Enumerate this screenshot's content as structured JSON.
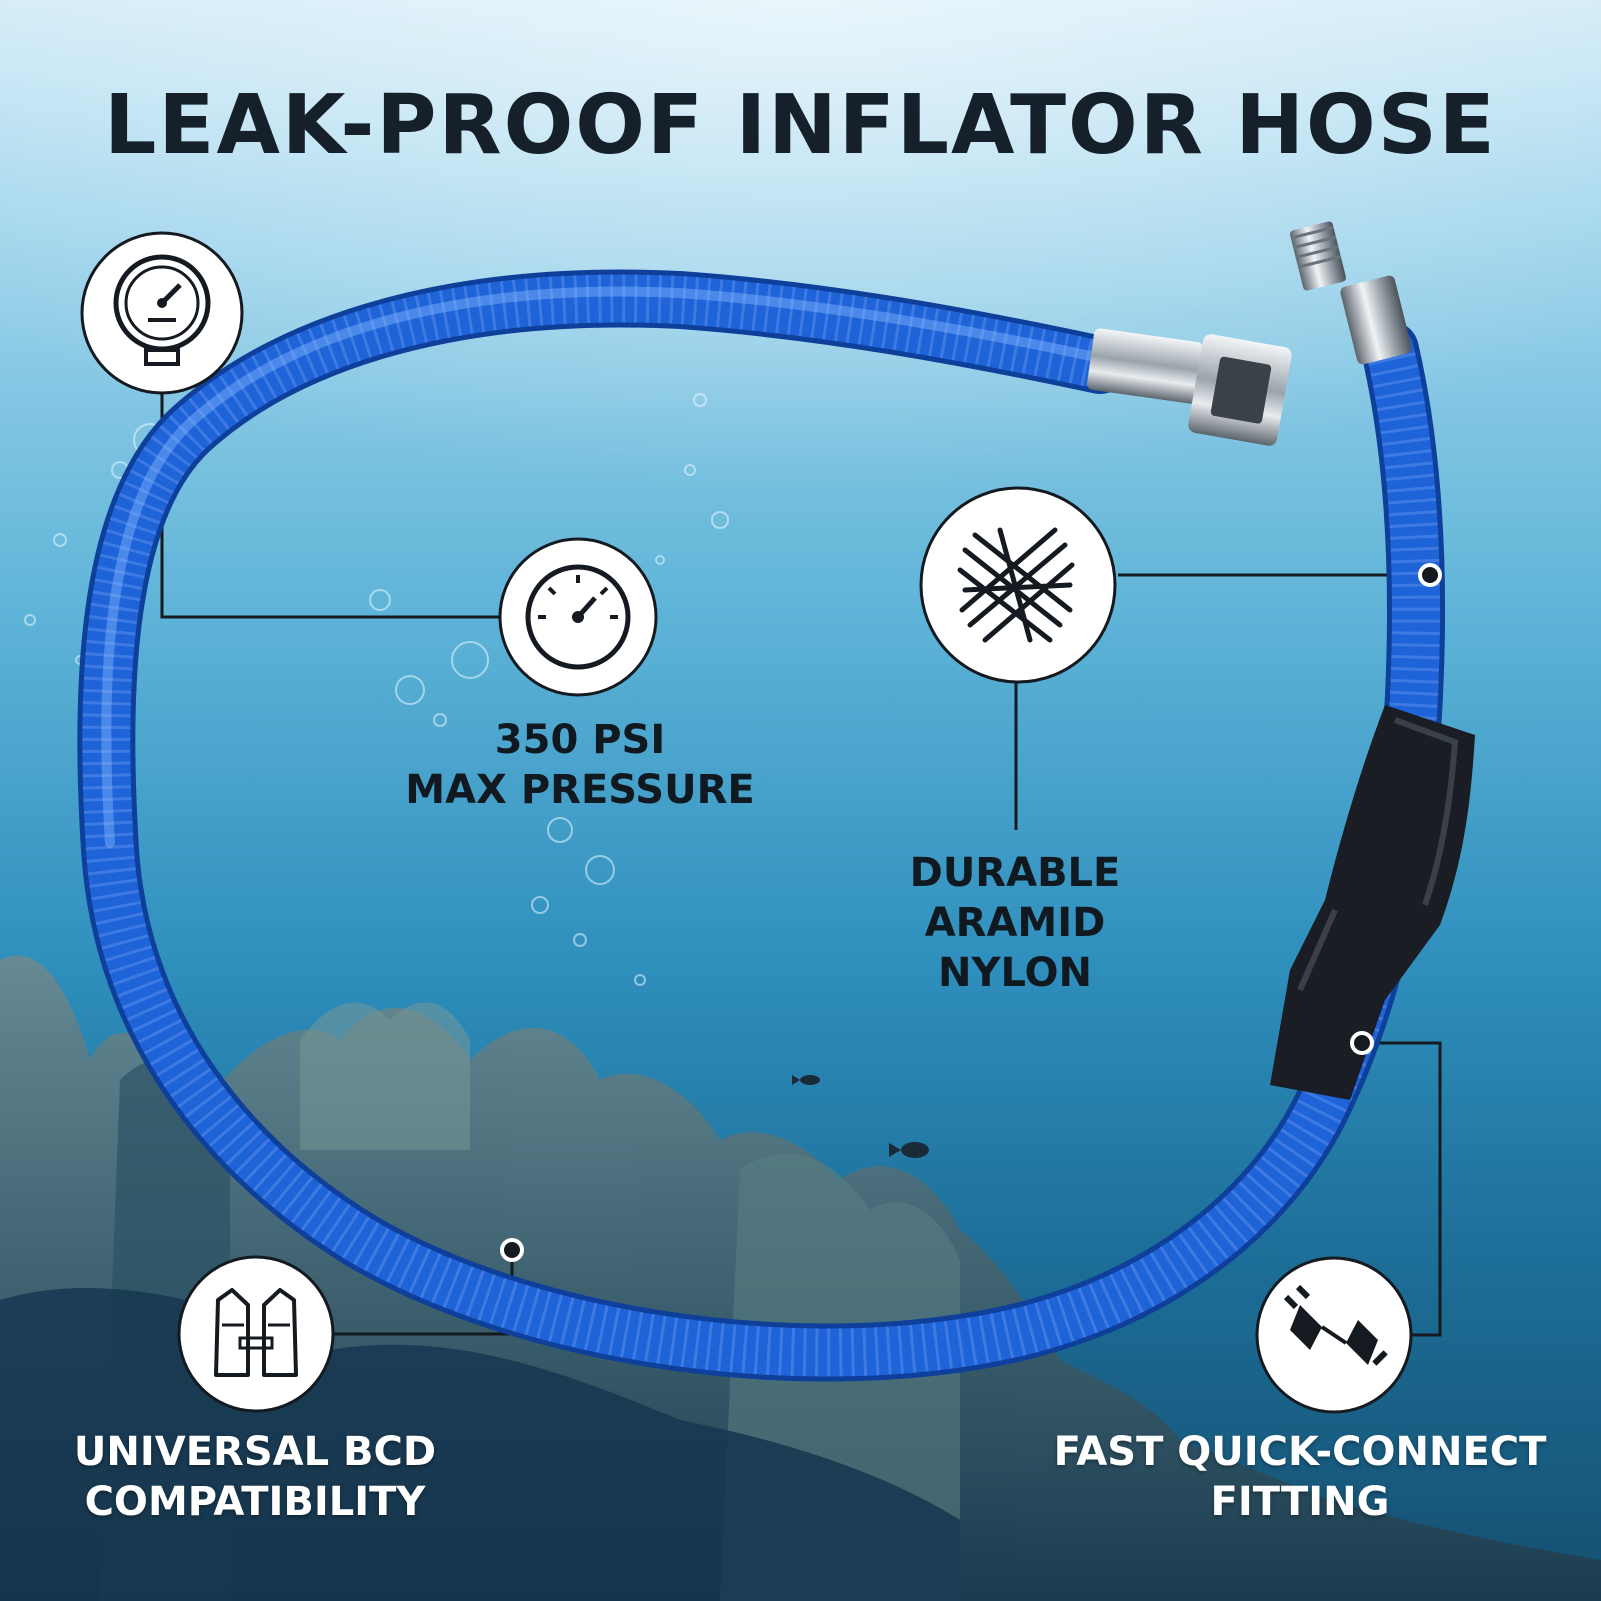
{
  "title": "LEAK-PROOF INFLATOR HOSE",
  "features": [
    {
      "id": "pressure",
      "icon": "pressure-gauge-icon",
      "lines": [
        "350 PSI",
        "MAX PRESSURE"
      ]
    },
    {
      "id": "material",
      "icon": "woven-fabric-icon",
      "lines": [
        "DURABLE",
        "ARAMID",
        "NYLON"
      ]
    },
    {
      "id": "compat",
      "icon": "life-vest-icon",
      "lines": [
        "UNIVERSAL BCD",
        "COMPATIBILITY"
      ]
    },
    {
      "id": "fitting",
      "icon": "plug-icon",
      "lines": [
        "FAST QUICK-CONNECT",
        "FITTING"
      ]
    }
  ],
  "colors": {
    "hose": "#1f63d8",
    "title": "#15202a",
    "connector": "#1a1e24"
  }
}
